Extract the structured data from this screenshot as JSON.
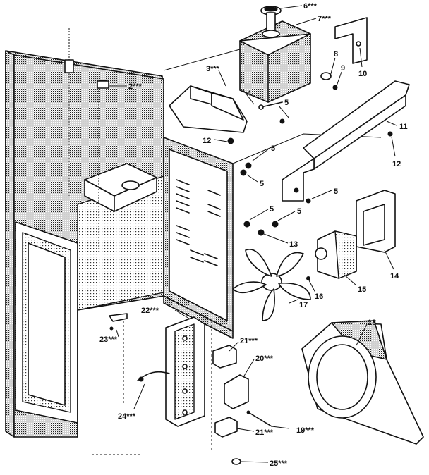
{
  "callouts": [
    {
      "id": "c6",
      "text": "6***"
    },
    {
      "id": "c7",
      "text": "7***"
    },
    {
      "id": "c8",
      "text": "8"
    },
    {
      "id": "c9",
      "text": "9"
    },
    {
      "id": "c10",
      "text": "10"
    },
    {
      "id": "c3",
      "text": "3***"
    },
    {
      "id": "c2",
      "text": "2***"
    },
    {
      "id": "c4",
      "text": "4"
    },
    {
      "id": "c5a",
      "text": "5"
    },
    {
      "id": "c11",
      "text": "11"
    },
    {
      "id": "c12a",
      "text": "12"
    },
    {
      "id": "c12b",
      "text": "12"
    },
    {
      "id": "c5b",
      "text": "5"
    },
    {
      "id": "c5c",
      "text": "5"
    },
    {
      "id": "c5d",
      "text": "5"
    },
    {
      "id": "c5e",
      "text": "5"
    },
    {
      "id": "c5f",
      "text": "5"
    },
    {
      "id": "c13",
      "text": "13"
    },
    {
      "id": "c14",
      "text": "14"
    },
    {
      "id": "c15",
      "text": "15"
    },
    {
      "id": "c16",
      "text": "16"
    },
    {
      "id": "c17",
      "text": "17"
    },
    {
      "id": "c18",
      "text": "18"
    },
    {
      "id": "c22",
      "text": "22***"
    },
    {
      "id": "c23",
      "text": "23***"
    },
    {
      "id": "c21a",
      "text": "21***"
    },
    {
      "id": "c20",
      "text": "20***"
    },
    {
      "id": "c24",
      "text": "24***"
    },
    {
      "id": "c19",
      "text": "19***"
    },
    {
      "id": "c21b",
      "text": "21***"
    },
    {
      "id": "c25",
      "text": "25***"
    }
  ]
}
